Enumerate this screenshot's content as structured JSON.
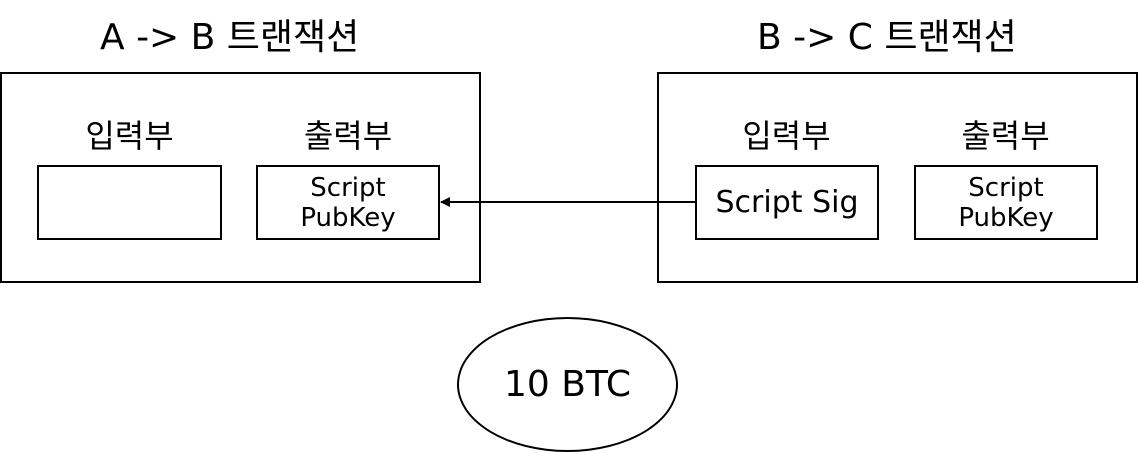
{
  "transactions": [
    {
      "title": "A -> B 트랜잭션",
      "input_label": "입력부",
      "output_label": "출력부",
      "input_field": "",
      "output_field": "Script\nPubKey"
    },
    {
      "title": "B -> C 트랜잭션",
      "input_label": "입력부",
      "output_label": "출력부",
      "input_field": "Script Sig",
      "output_field": "Script\nPubKey"
    }
  ],
  "coin": {
    "label": "10 BTC"
  }
}
